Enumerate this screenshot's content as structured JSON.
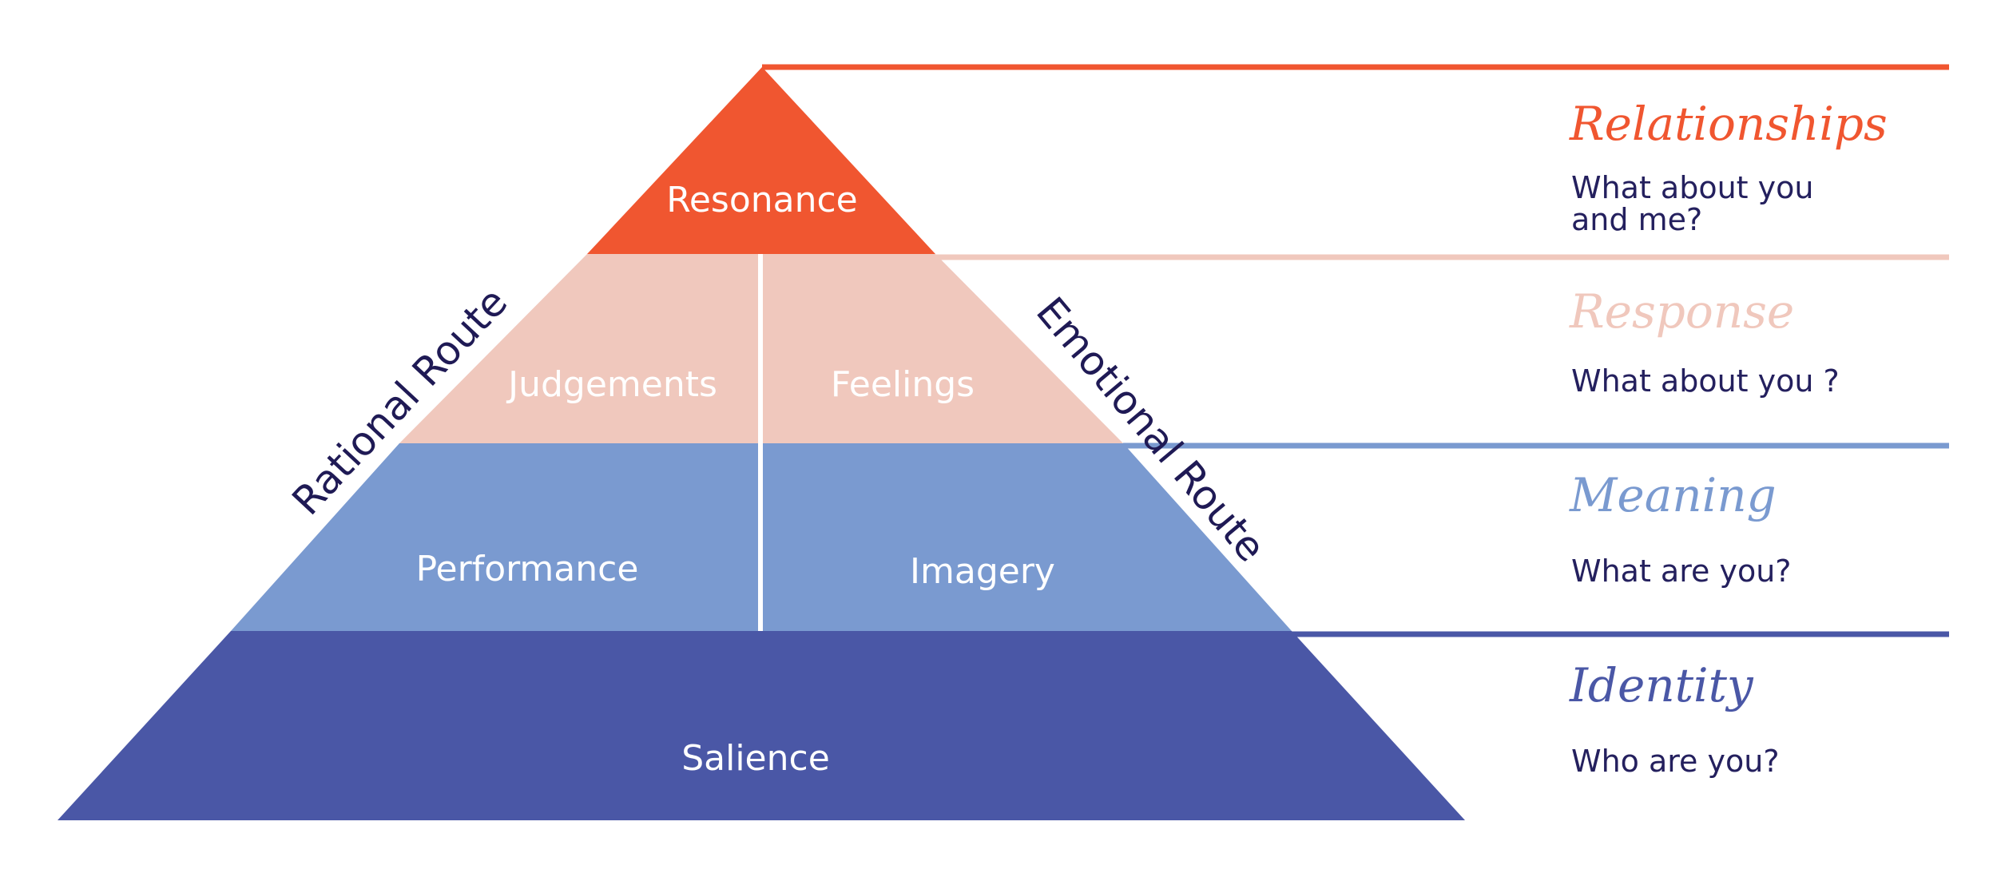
{
  "colors": {
    "resonance": "#f05630",
    "response": "#f0c8bd",
    "meaning": "#7a9ad0",
    "identity": "#4a57a6",
    "text_dark": "#24205e",
    "divider": "#ffffff"
  },
  "pyramid": {
    "top": "Resonance",
    "left_upper": "Judgements",
    "right_upper": "Feelings",
    "left_lower": "Performance",
    "right_lower": "Imagery",
    "base": "Salience"
  },
  "routes": {
    "rational": "Rational Route",
    "emotional": "Emotional Route"
  },
  "levels": [
    {
      "title": "Relationships",
      "question_line1": "What about you",
      "question_line2": "and me?"
    },
    {
      "title": "Response",
      "question_line1": "What about you ?",
      "question_line2": ""
    },
    {
      "title": "Meaning",
      "question_line1": "What are you?",
      "question_line2": ""
    },
    {
      "title": "Identity",
      "question_line1": "Who are you?",
      "question_line2": ""
    }
  ]
}
